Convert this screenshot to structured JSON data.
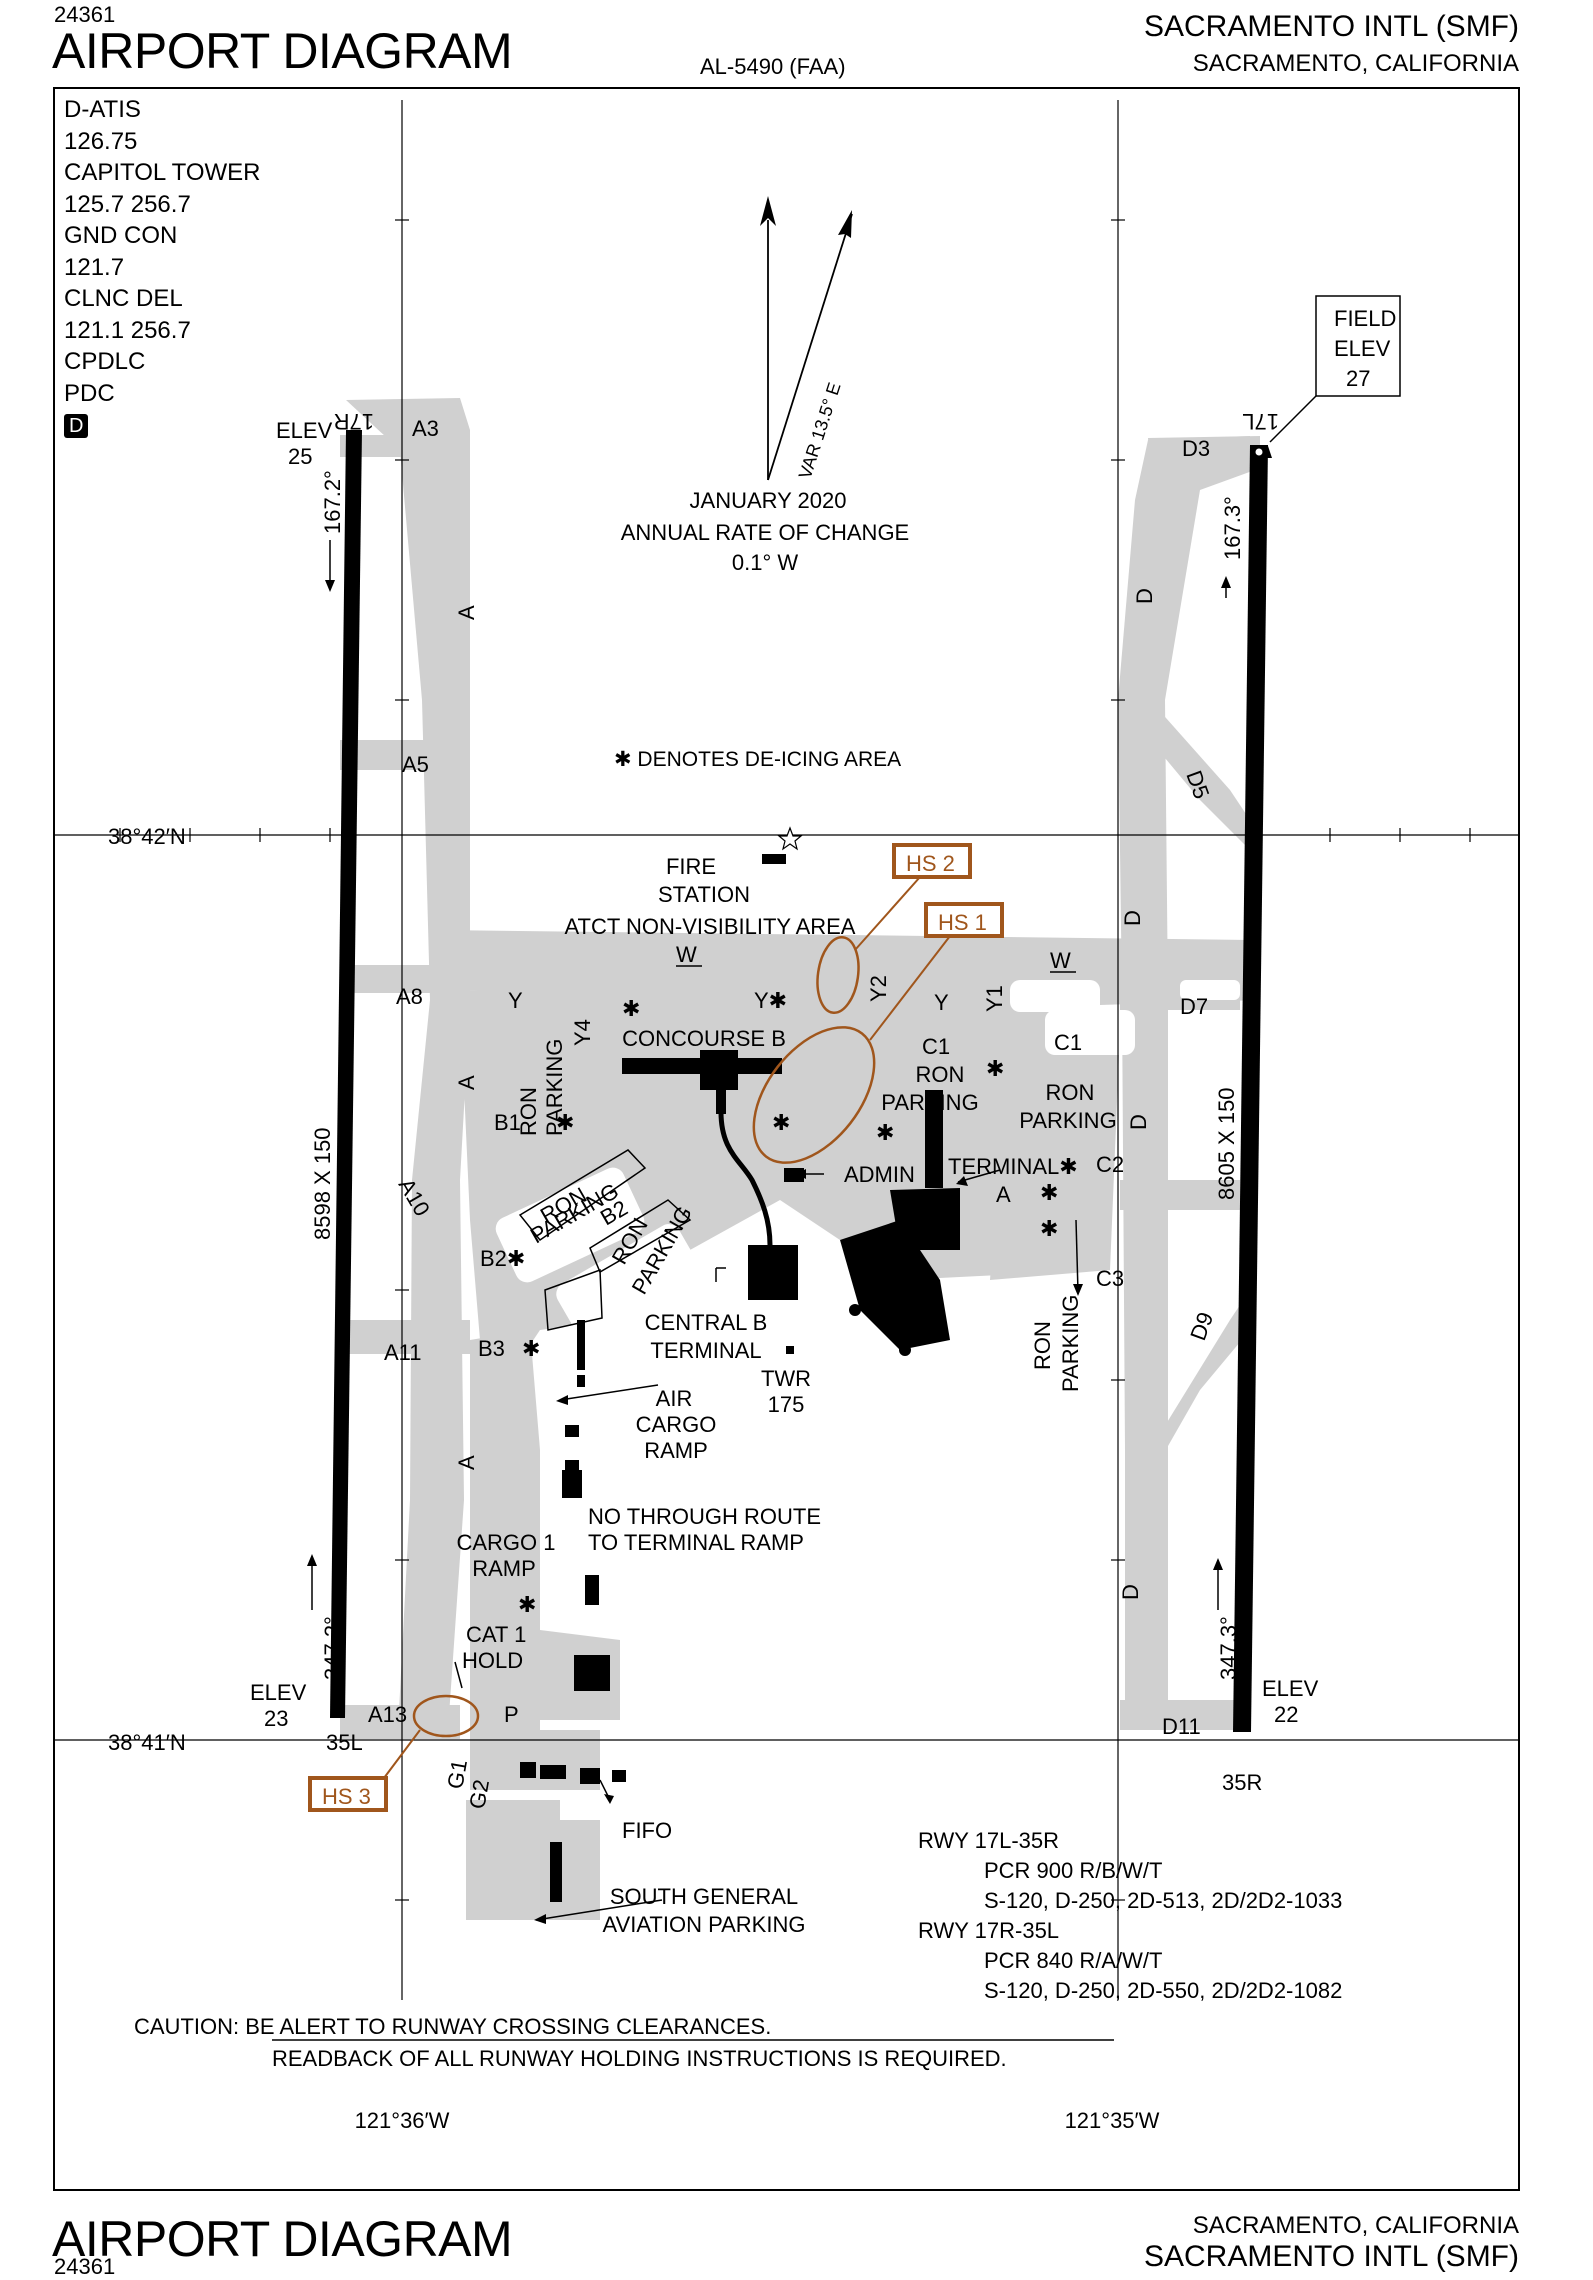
{
  "header": {
    "doc_number": "24361",
    "title": "AIRPORT DIAGRAM",
    "chart_id": "AL-5490 (FAA)",
    "airport_name": "SACRAMENTO INTL (SMF)",
    "city": "SACRAMENTO, CALIFORNIA"
  },
  "frequencies": [
    "D-ATIS",
    "126.75",
    "CAPITOL TOWER",
    "125.7  256.7",
    "GND CON",
    "121.7",
    "CLNC DEL",
    "121.1  256.7",
    "CPDLC",
    "PDC"
  ],
  "frequencies_badge": "D",
  "field_elev": {
    "line1": "FIELD",
    "line2": "ELEV",
    "value": "27"
  },
  "north": {
    "var": "VAR 13.5° E",
    "date": "JANUARY 2020",
    "rate_label": "ANNUAL RATE OF CHANGE",
    "rate": "0.1° W"
  },
  "deicing_note": "✱ DENOTES DE-ICING AREA",
  "coords": {
    "lat_north": "38°42′N",
    "lat_south": "38°41′N",
    "lon_west": "121°36′W",
    "lon_east": "121°35′W"
  },
  "runways": {
    "left": {
      "north_end": "17R",
      "south_end": "35L",
      "dims": "8598 X 150",
      "hdg_north": "167.2°",
      "hdg_south": "347.2°",
      "elev_label": "ELEV",
      "elev_north": "25",
      "elev_south": "23"
    },
    "right": {
      "north_end": "17L",
      "south_end": "35R",
      "dims": "8605 X 150",
      "hdg_north": "167.3°",
      "hdg_south": "347.3°",
      "elev_label": "ELEV",
      "elev_north": "22"
    }
  },
  "taxiways": {
    "A": "A",
    "A3": "A3",
    "A5": "A5",
    "A8": "A8",
    "A10": "A10",
    "A11": "A11",
    "A13": "A13",
    "B1": "B1",
    "B2": "B2",
    "B2s": "B2✱",
    "B3": "B3",
    "C1": "C1",
    "C2": "C2",
    "C3": "C3",
    "D": "D",
    "D3": "D3",
    "D5": "D5",
    "D7": "D7",
    "D9": "D9",
    "D11": "D11",
    "W": "W",
    "Y": "Y",
    "Ys": "Y✱",
    "Y1": "Y1",
    "Y2": "Y2",
    "Y4": "Y4",
    "P": "P",
    "G1": "G1",
    "G2": "G2"
  },
  "hot_spots": {
    "hs1": "HS 1",
    "hs2": "HS 2",
    "hs3": "HS 3"
  },
  "labels": {
    "fire_1": "FIRE",
    "fire_2": "STATION",
    "atct": "ATCT NON-VISIBILITY AREA",
    "concourse_b": "CONCOURSE B",
    "ron": "RON",
    "parking": "PARKING",
    "admin": "ADMIN",
    "terminal": "TERMINAL✱",
    "terminal_a": "A",
    "central_1": "CENTRAL B",
    "central_2": "TERMINAL",
    "twr_1": "TWR",
    "twr_2": "175",
    "air_1": "AIR",
    "air_2": "CARGO",
    "air_3": "RAMP",
    "nothru_1": "NO THROUGH ROUTE",
    "nothru_2": "TO TERMINAL RAMP",
    "cargo1_1": "CARGO 1",
    "cargo1_2": "RAMP",
    "cat1_1": "CAT 1",
    "cat1_2": "HOLD",
    "fifo": "FIFO",
    "sga_1": "SOUTH GENERAL",
    "sga_2": "AVIATION PARKING"
  },
  "runway_info": [
    "RWY 17L-35R",
    "PCR 900 R/B/W/T",
    "S-120, D-250, 2D-513, 2D/2D2-1033",
    "RWY 17R-35L",
    "PCR 840 R/A/W/T",
    "S-120, D-250, 2D-550, 2D/2D2-1082"
  ],
  "caution": {
    "line1": "CAUTION: BE ALERT TO RUNWAY CROSSING CLEARANCES.",
    "line2": "READBACK OF ALL RUNWAY HOLDING INSTRUCTIONS IS REQUIRED."
  },
  "colors": {
    "pavement": "#d0d0d0",
    "hotspot": "#a0561c",
    "ink": "#000000"
  }
}
